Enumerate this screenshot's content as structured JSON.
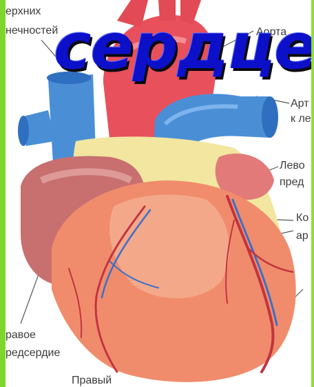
{
  "title": "сердце",
  "labels": {
    "upper_veins_1": "ерхних",
    "upper_veins_2": "нечностей",
    "aorta": "Аорта",
    "pulm_artery_1": "Арт",
    "pulm_artery_2": "к ле",
    "left_atrium_1": "Лево",
    "left_atrium_2": "пред",
    "coronary_1": "Ко",
    "coronary_2": "ар",
    "right_atrium_1": "равое",
    "right_atrium_2": "редсердие",
    "right_ventricle": "Правый"
  },
  "colors": {
    "title": "#0d10c9",
    "border": "#7fd62a",
    "vessel_blue": "#4a8fd6",
    "aorta_red": "#e8505c",
    "muscle": "#f08c6c",
    "fat": "#f2e6a0"
  }
}
